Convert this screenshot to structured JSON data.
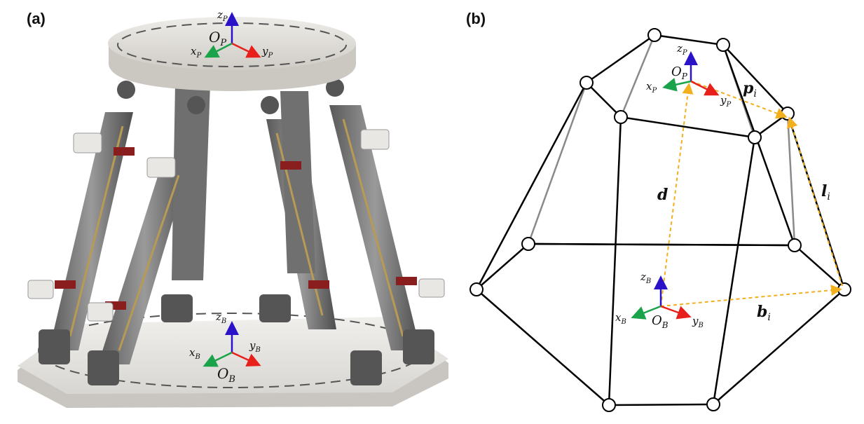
{
  "panel_a": {
    "label": "(a)",
    "top_frame": {
      "z": "z",
      "z_sub": "P",
      "origin": "O",
      "origin_sub": "P",
      "x": "x",
      "x_sub": "P",
      "y": "y",
      "y_sub": "P"
    },
    "base_frame": {
      "z": "z",
      "z_sub": "B",
      "origin": "O",
      "origin_sub": "B",
      "x": "x",
      "x_sub": "B",
      "y": "y",
      "y_sub": "B"
    }
  },
  "panel_b": {
    "label": "(b)",
    "top_frame": {
      "z": "z",
      "z_sub": "P",
      "origin": "O",
      "origin_sub": "P",
      "x": "x",
      "x_sub": "P",
      "y": "y",
      "y_sub": "P"
    },
    "base_frame": {
      "z": "z",
      "z_sub": "B",
      "origin": "O",
      "origin_sub": "B",
      "x": "x",
      "x_sub": "B",
      "y": "y",
      "y_sub": "B"
    },
    "vectors": {
      "p": {
        "main": "p",
        "sub": "i"
      },
      "d": {
        "main": "d"
      },
      "l": {
        "main": "l",
        "sub": "i"
      },
      "b": {
        "main": "b",
        "sub": "i"
      }
    }
  },
  "colors": {
    "x_axis": "#1aa34a",
    "y_axis": "#e8201c",
    "z_axis": "#2a12c9",
    "vector": "#f2b01e"
  }
}
